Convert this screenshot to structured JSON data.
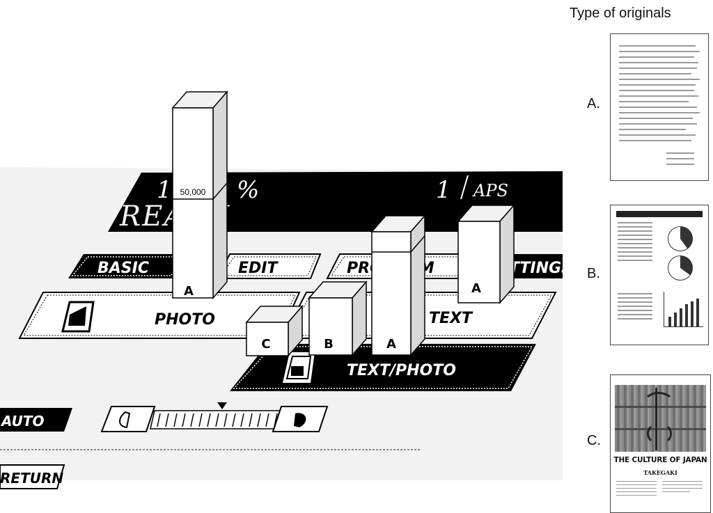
{
  "side_panel": {
    "title": "Type of originals",
    "items": [
      {
        "letter": "A.",
        "kind": "text document"
      },
      {
        "letter": "B.",
        "kind": "text and chart document"
      },
      {
        "letter": "C.",
        "kind": "photo document"
      }
    ],
    "photo_doc_title": "THE CULTURE OF JAPAN",
    "photo_doc_subtitle": "TAKEGAKI"
  },
  "copier_panel": {
    "status_ratio": "1",
    "status_ratio_unit": "%",
    "copies": "1",
    "paper_mode": "APS",
    "status_text": "READY",
    "tabs": [
      "BASIC",
      "EDIT",
      "PROGRAM",
      "SETTINGS"
    ],
    "original_modes": [
      "PHOTO",
      "TEXT",
      "TEXT/PHOTO"
    ],
    "selected_mode": "TEXT/PHOTO",
    "exposure_auto": "AUTO",
    "return_label": "RETURN",
    "icon_names": [
      "photo-mode-icon",
      "text-photo-mode-icon",
      "lighter-icon",
      "darker-icon"
    ]
  },
  "colors": {
    "panel_black": "#000000",
    "bar_face": "#ffffff",
    "bar_side": "#d8d8d8",
    "bar_top": "#f2f2f2"
  },
  "chart_data": {
    "type": "bar",
    "value_label": "50,000",
    "bars": [
      {
        "letter": "A",
        "mode": "PHOTO",
        "has_break": true
      },
      {
        "letter": "C",
        "mode": "PHOTO",
        "has_break": false
      },
      {
        "letter": "B",
        "mode": "TEXT",
        "has_break": false
      },
      {
        "letter": "A",
        "mode": "TEXT",
        "has_break": true
      },
      {
        "letter": "A",
        "mode": "TEXT",
        "has_break": false
      }
    ]
  }
}
